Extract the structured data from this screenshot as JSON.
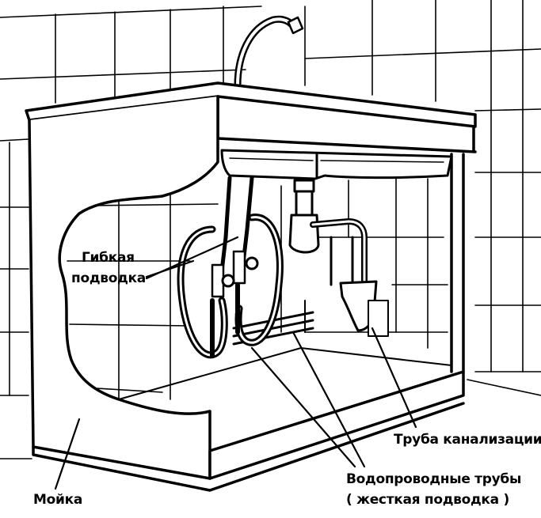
{
  "labels": {
    "flexible_line1": "Гибкая",
    "flexible_line2": "подводка",
    "sewer_pipe": "Труба канализации",
    "water_pipes_line1": "Водопроводные трубы",
    "water_pipes_line2": "( жесткая подводка )",
    "sink": "Мойка"
  },
  "colors": {
    "ink": "#000000",
    "paper": "#ffffff"
  }
}
